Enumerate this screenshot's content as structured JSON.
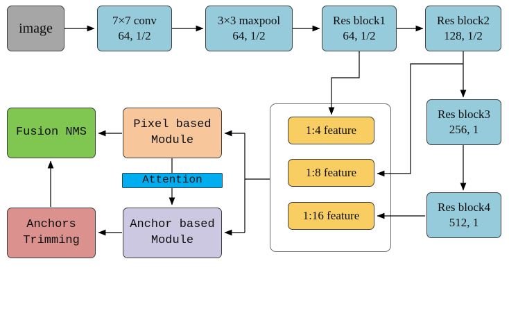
{
  "colors": {
    "image_box": "#A6A6A6",
    "backbone_box": "#95CBDB",
    "feature_box": "#F8CE63",
    "fusion_box": "#80C751",
    "pixel_box": "#F7C79B",
    "attention_box": "#00AEEF",
    "trimming_box": "#DB928E",
    "anchor_box": "#CDC8E1",
    "line_color": "#000000",
    "border_color": "#3f3f3f"
  },
  "nodes": {
    "image": {
      "label": "image"
    },
    "conv": {
      "line1": "7×7 conv",
      "line2": "64, 1/2"
    },
    "maxpool": {
      "line1": "3×3 maxpool",
      "line2": "64, 1/2"
    },
    "res1": {
      "line1": "Res block1",
      "line2": "64, 1/2"
    },
    "res2": {
      "line1": "Res block2",
      "line2": "128, 1/2"
    },
    "res3": {
      "line1": "Res block3",
      "line2": "256, 1"
    },
    "res4": {
      "line1": "Res block4",
      "line2": "512, 1"
    },
    "f4": {
      "label": "1:4 feature"
    },
    "f8": {
      "label": "1:8 feature"
    },
    "f16": {
      "label": "1:16 feature"
    },
    "fusion": {
      "label": "Fusion NMS"
    },
    "pixel": {
      "line1": "Pixel based",
      "line2": "Module"
    },
    "attention": {
      "label": "Attention"
    },
    "trimming": {
      "line1": "Anchors",
      "line2": "Trimming"
    },
    "anchor": {
      "line1": "Anchor based",
      "line2": "Module"
    }
  },
  "edges": [
    {
      "from": "image",
      "to": "conv"
    },
    {
      "from": "conv",
      "to": "maxpool"
    },
    {
      "from": "maxpool",
      "to": "res1"
    },
    {
      "from": "res1",
      "to": "res2"
    },
    {
      "from": "res1",
      "to": "f4"
    },
    {
      "from": "res2",
      "to": "res3"
    },
    {
      "from": "res2",
      "to": "f8"
    },
    {
      "from": "res3",
      "to": "res4"
    },
    {
      "from": "res4",
      "to": "f16"
    },
    {
      "from": "feature-group",
      "to": "pixel"
    },
    {
      "from": "feature-group",
      "to": "anchor"
    },
    {
      "from": "pixel",
      "to": "attention"
    },
    {
      "from": "attention",
      "to": "anchor"
    },
    {
      "from": "pixel",
      "to": "fusion"
    },
    {
      "from": "anchor",
      "to": "trimming"
    },
    {
      "from": "trimming",
      "to": "fusion"
    }
  ]
}
